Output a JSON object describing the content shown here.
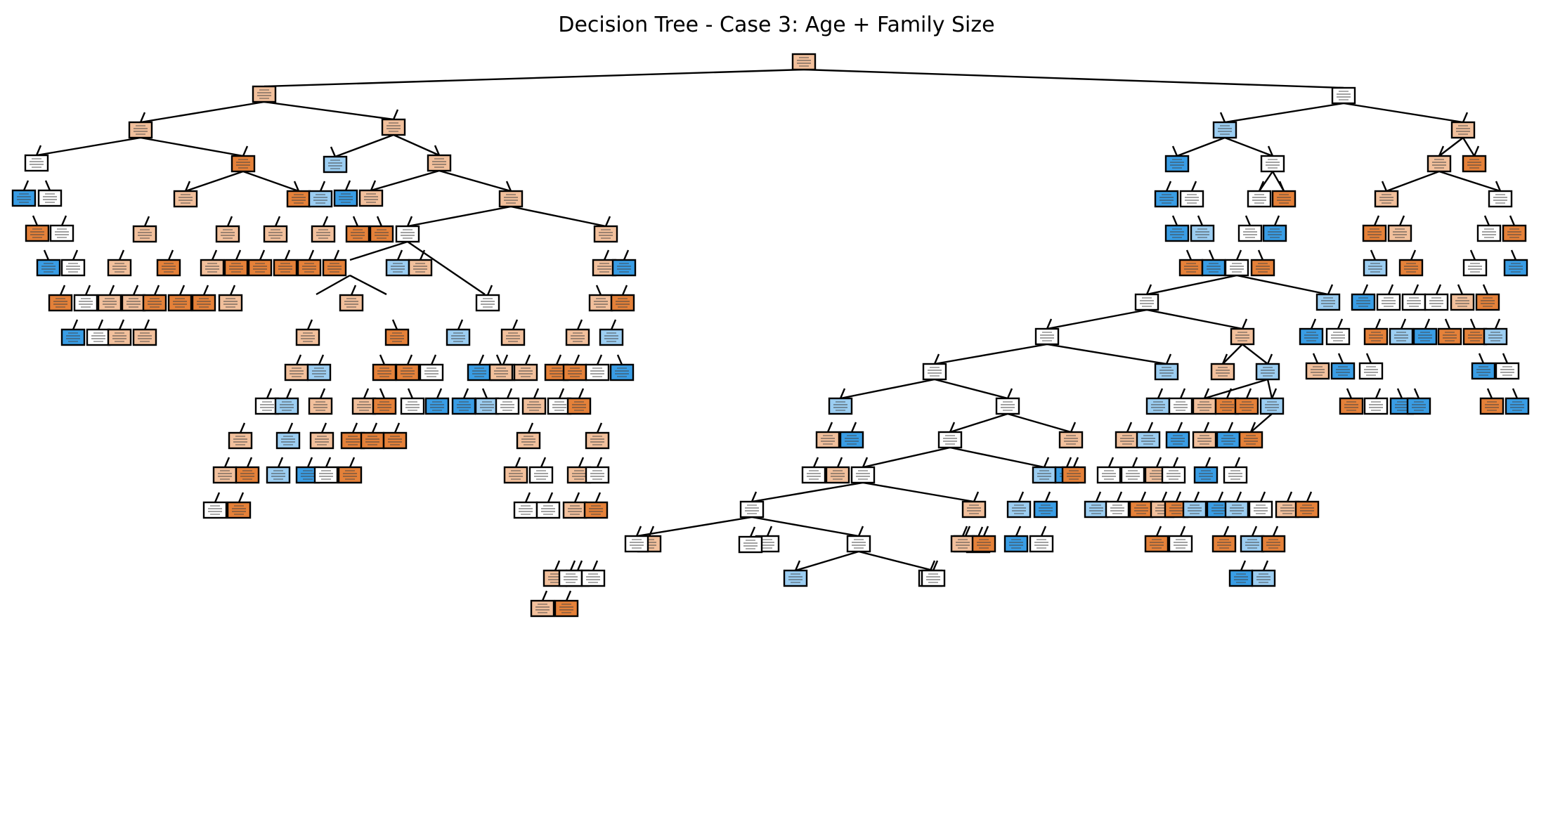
{
  "title": "Decision Tree - Case 3: Age + Family Size",
  "diagram": {
    "type": "decision-tree",
    "features": [
      "Age",
      "Family Size"
    ],
    "class_colors": {
      "class_0_strong": "#e58139",
      "class_0_light": "#f2c09c",
      "class_1_strong": "#399de5",
      "class_1_light": "#9ccef2",
      "neutral": "#ffffff"
    },
    "edge_color": "#000000",
    "node_border_color": "#000000",
    "node_label_note": "node text is too small to be legible in the original image"
  }
}
